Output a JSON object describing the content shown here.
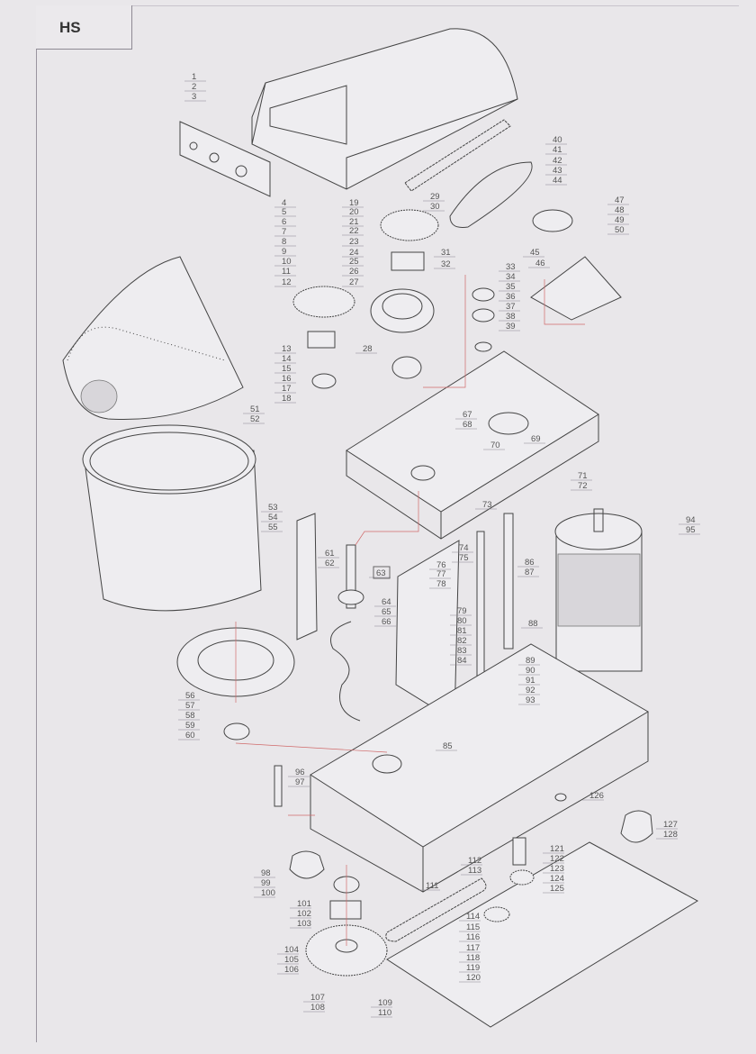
{
  "title": "HS",
  "diagram": {
    "type": "exploded-parts-view",
    "part_labels": [
      "1",
      "2",
      "3",
      "4",
      "5",
      "6",
      "7",
      "8",
      "9",
      "10",
      "11",
      "12",
      "13",
      "14",
      "15",
      "16",
      "17",
      "18",
      "19",
      "20",
      "21",
      "22",
      "23",
      "24",
      "25",
      "26",
      "27",
      "28",
      "29",
      "30",
      "31",
      "32",
      "33",
      "34",
      "35",
      "36",
      "37",
      "38",
      "39",
      "40",
      "41",
      "42",
      "43",
      "44",
      "45",
      "46",
      "47",
      "48",
      "49",
      "50",
      "51",
      "52",
      "53",
      "54",
      "55",
      "56",
      "57",
      "58",
      "59",
      "60",
      "61",
      "62",
      "63",
      "64",
      "65",
      "66",
      "67",
      "68",
      "69",
      "70",
      "71",
      "72",
      "73",
      "74",
      "75",
      "76",
      "77",
      "78",
      "79",
      "80",
      "81",
      "82",
      "83",
      "84",
      "85",
      "86",
      "87",
      "88",
      "89",
      "90",
      "91",
      "92",
      "93",
      "94",
      "95",
      "96",
      "97",
      "98",
      "99",
      "100",
      "101",
      "102",
      "103",
      "104",
      "105",
      "106",
      "107",
      "108",
      "109",
      "110",
      "111",
      "112",
      "113",
      "114",
      "115",
      "116",
      "117",
      "118",
      "119",
      "120",
      "121",
      "122",
      "123",
      "124",
      "125",
      "126",
      "127",
      "128"
    ],
    "boxed_label": "63"
  }
}
